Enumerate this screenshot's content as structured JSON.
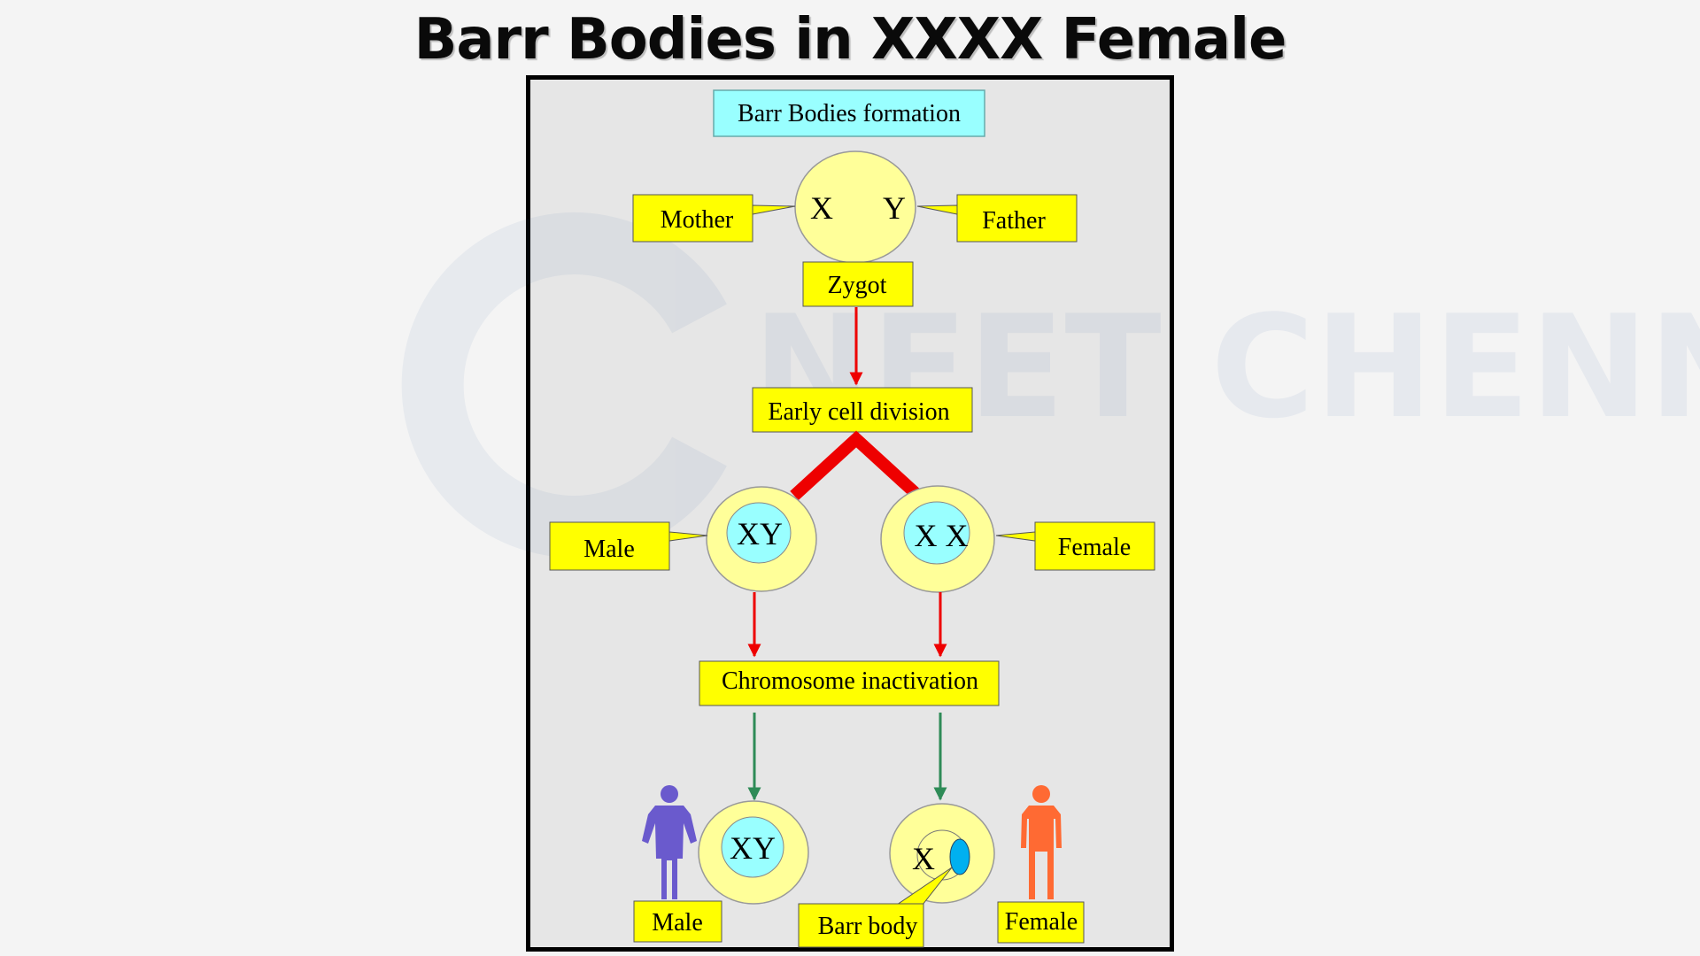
{
  "page": {
    "title": "Barr Bodies in XXXX Female"
  },
  "diagram": {
    "header": "Barr Bodies formation",
    "zygote": {
      "chromosome_left": "X",
      "chromosome_right": "Y",
      "label": "Zygot"
    },
    "mother_label": "Mother",
    "father_label": "Father",
    "early_division_label": "Early cell division",
    "male_cell": {
      "label": "Male",
      "nucleus": "XY"
    },
    "female_cell": {
      "label": "Female",
      "nucleus": "X X"
    },
    "inactivation_label": "Chromosome inactivation",
    "final_male": {
      "nucleus": "XY",
      "label": "Male"
    },
    "final_female": {
      "nucleus": "X",
      "label": "Female"
    },
    "barr_body_label": "Barr body",
    "watermark_text": "NEET CHENNAI",
    "colors": {
      "box_fill": "#ffff00",
      "cell_fill": "#ffff99",
      "nucleus_fill": "#99ffff",
      "header_fill": "#99ffff",
      "arrow_red": "#ee0000",
      "arrow_green": "#2e8b57",
      "male_figure": "#6a5acd",
      "female_figure": "#ff6a33",
      "barr_body": "#00b0f0"
    }
  }
}
